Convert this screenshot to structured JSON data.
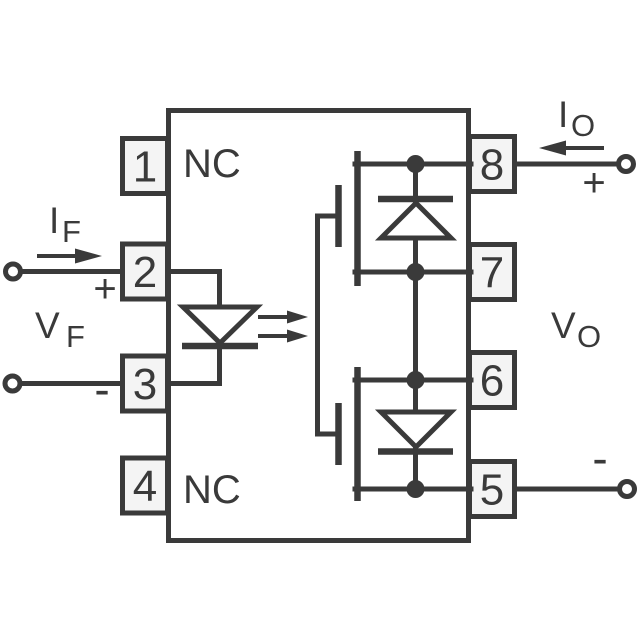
{
  "colors": {
    "line": "#3a3a3a",
    "pin_box_fill": "#f4f4f4",
    "background": "#ffffff"
  },
  "package": {
    "left_pins": [
      {
        "number": "1"
      },
      {
        "number": "2"
      },
      {
        "number": "3"
      },
      {
        "number": "4"
      }
    ],
    "right_pins": [
      {
        "number": "8"
      },
      {
        "number": "7"
      },
      {
        "number": "6"
      },
      {
        "number": "5"
      }
    ],
    "internal_labels": {
      "top": "NC",
      "bottom": "NC"
    }
  },
  "input_side": {
    "current": {
      "symbol": "I",
      "subscript": "F"
    },
    "voltage": {
      "symbol": "V",
      "subscript": "F"
    },
    "plus": "+",
    "minus": "-"
  },
  "output_side": {
    "current": {
      "symbol": "I",
      "subscript": "O"
    },
    "voltage": {
      "symbol": "V",
      "subscript": "O"
    },
    "plus": "+",
    "minus": "-"
  }
}
